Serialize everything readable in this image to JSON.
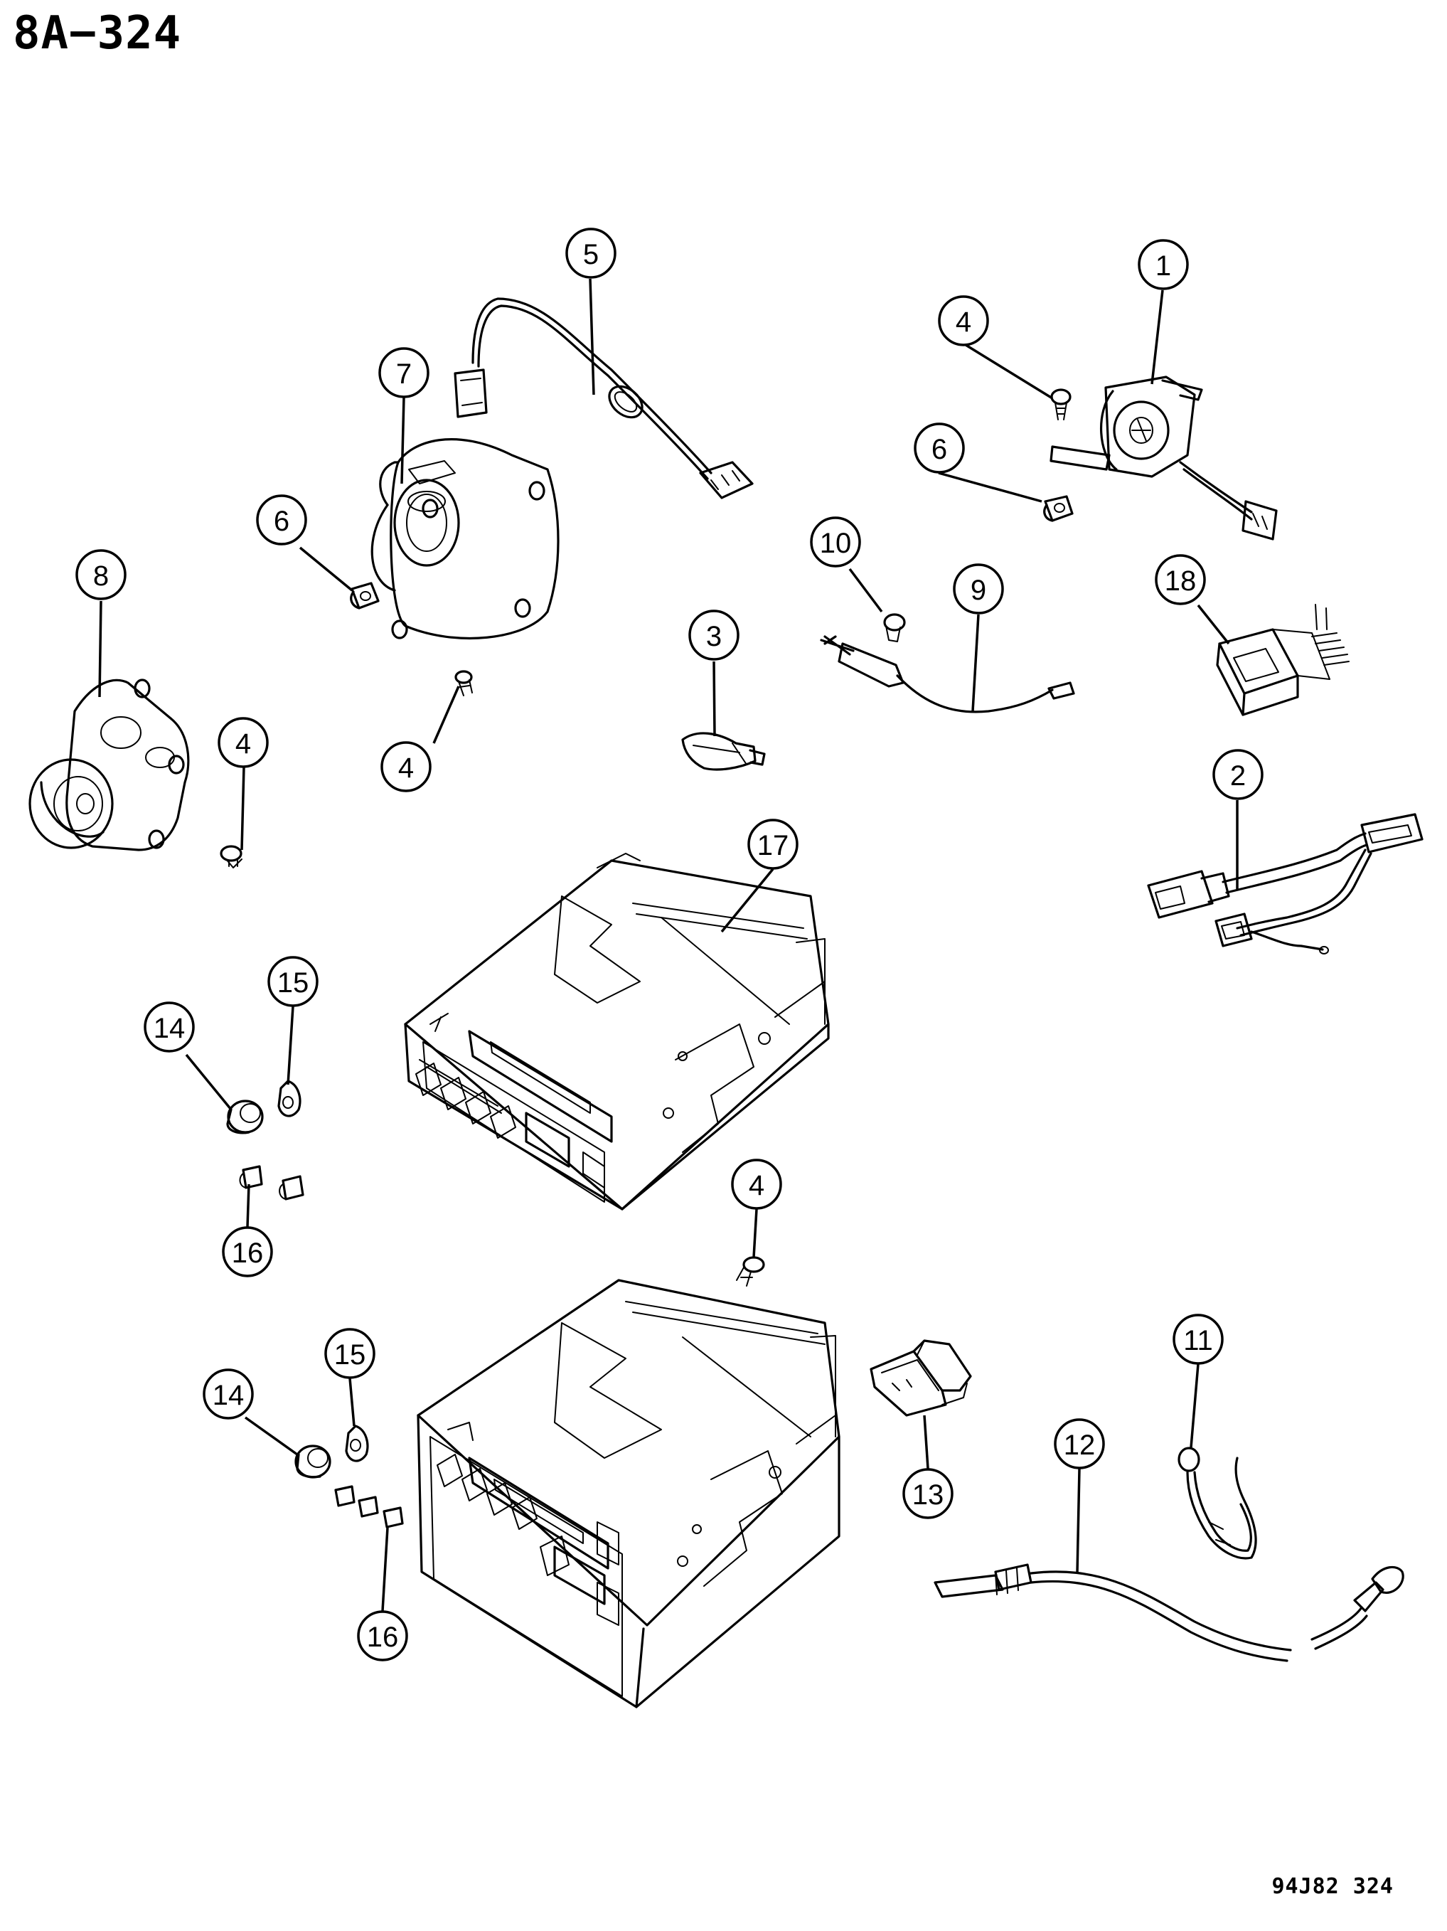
{
  "header": {
    "page_code": "8A−324"
  },
  "footer": {
    "drawing_code": "94J82 324"
  },
  "callouts": [
    {
      "id": "c-1",
      "label": "1"
    },
    {
      "id": "c-2",
      "label": "2"
    },
    {
      "id": "c-3",
      "label": "3"
    },
    {
      "id": "c-4a",
      "label": "4"
    },
    {
      "id": "c-4b",
      "label": "4"
    },
    {
      "id": "c-4c",
      "label": "4"
    },
    {
      "id": "c-4d",
      "label": "4"
    },
    {
      "id": "c-5",
      "label": "5"
    },
    {
      "id": "c-6a",
      "label": "6"
    },
    {
      "id": "c-6b",
      "label": "6"
    },
    {
      "id": "c-7",
      "label": "7"
    },
    {
      "id": "c-8",
      "label": "8"
    },
    {
      "id": "c-9",
      "label": "9"
    },
    {
      "id": "c-10",
      "label": "10"
    },
    {
      "id": "c-11",
      "label": "11"
    },
    {
      "id": "c-12",
      "label": "12"
    },
    {
      "id": "c-13",
      "label": "13"
    },
    {
      "id": "c-14a",
      "label": "14"
    },
    {
      "id": "c-14b",
      "label": "14"
    },
    {
      "id": "c-15a",
      "label": "15"
    },
    {
      "id": "c-15b",
      "label": "15"
    },
    {
      "id": "c-16a",
      "label": "16"
    },
    {
      "id": "c-16b",
      "label": "16"
    },
    {
      "id": "c-17",
      "label": "17"
    },
    {
      "id": "c-18",
      "label": "18"
    }
  ]
}
